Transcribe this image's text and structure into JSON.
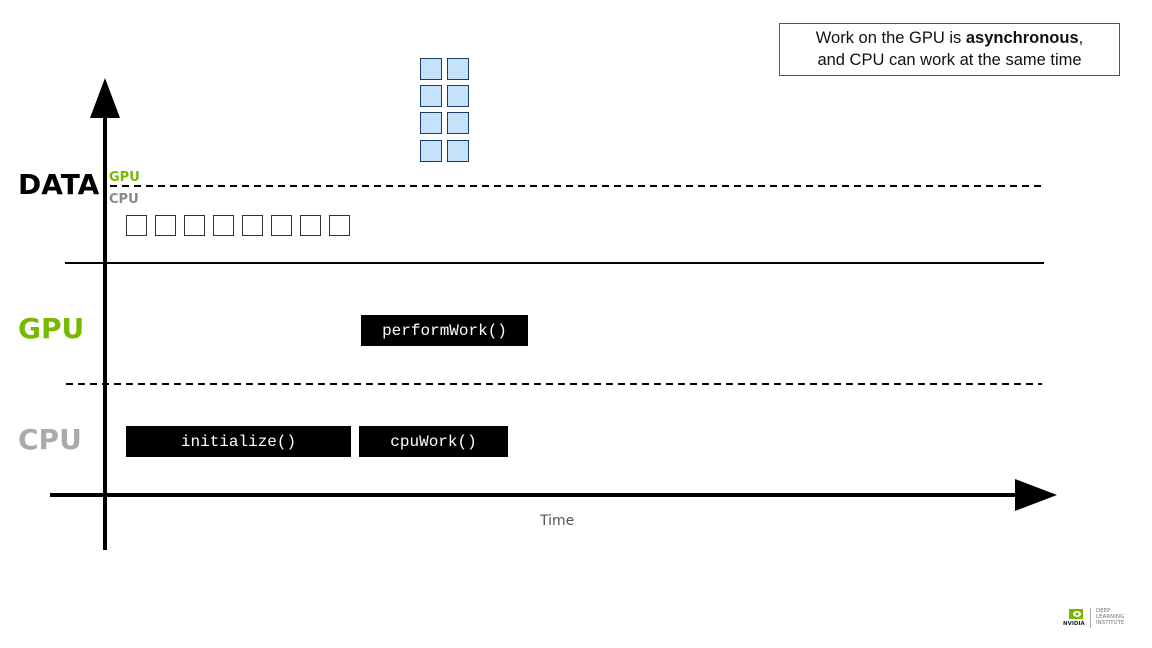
{
  "note": {
    "prefix": "Work on the GPU is ",
    "bold": "asynchronous",
    "suffix": ",",
    "line2": "and CPU can work at the same time"
  },
  "rows": {
    "data": "DATA",
    "gpu": "GPU",
    "cpu": "CPU"
  },
  "mini": {
    "gpu": "GPU",
    "cpu": "CPU"
  },
  "blocks": {
    "gpu_work": "performWork()",
    "cpu_init": "initialize()",
    "cpu_work": "cpuWork()"
  },
  "axis": {
    "x_label": "Time"
  },
  "data_cells": {
    "cpu_count": 8,
    "gpu_rows": 4,
    "gpu_cols": 2
  },
  "logo": {
    "brand": "NVIDIA",
    "line1": "DEEP",
    "line2": "LEARNING",
    "line3": "INSTITUTE"
  },
  "colors": {
    "gpu_green": "#76b900",
    "cpu_gray": "#aaaaaa",
    "gpu_mem_blue": "#c6e2fb"
  }
}
